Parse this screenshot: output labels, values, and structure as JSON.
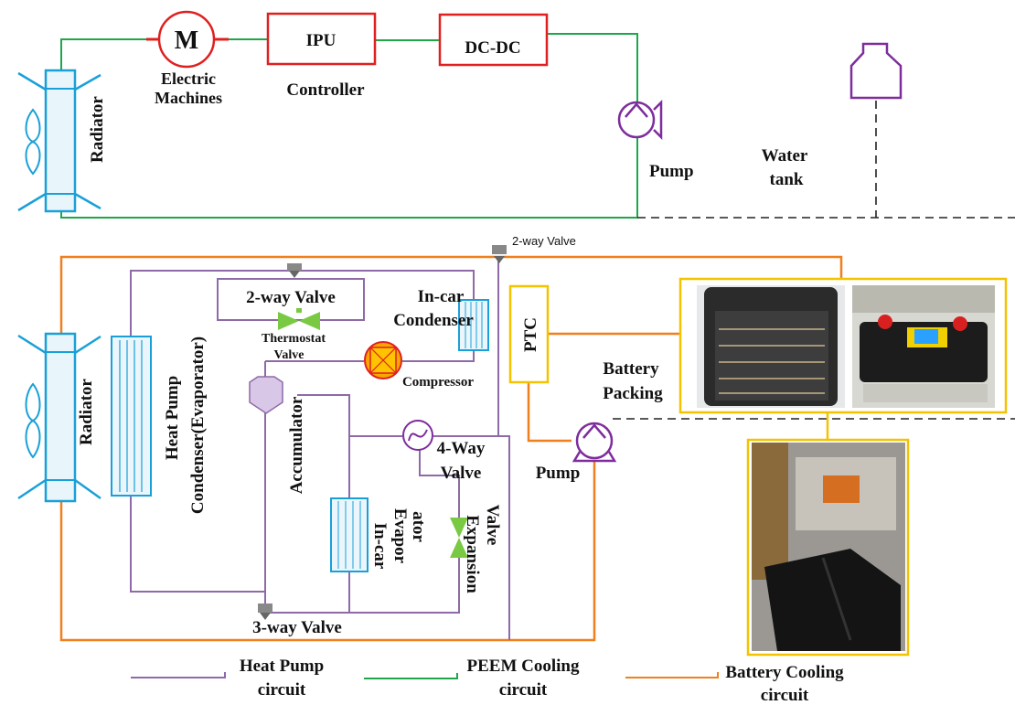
{
  "colors": {
    "heat_pump": "#8e6aa7",
    "peem": "#1fa64a",
    "battery": "#f07f1e",
    "red_component": "#e02020",
    "radiator": "#1aa0d8",
    "valve_green": "#7ac943",
    "pump_purple": "#7d2d9c",
    "ptc_yellow": "#f3c300",
    "dashed": "#222222"
  },
  "labels": {
    "motor_symbol": "M",
    "electric_machines_line1": "Electric",
    "electric_machines_line2": "Machines",
    "ipu": "IPU",
    "controller": "Controller",
    "dcdc": "DC-DC",
    "pump_top": "Pump",
    "water_tank_line1": "Water",
    "water_tank_line2": "tank",
    "radiator_top": "Radiator",
    "radiator_bottom": "Radiator",
    "two_way_valve_small": "2-way Valve",
    "two_way_valve": "2-way Valve",
    "thermostat_line1": "Thermostat",
    "thermostat_line2": "Valve",
    "incar_condenser_line1": "In-car",
    "incar_condenser_line2": "Condenser",
    "compressor": "Compressor",
    "ptc": "PTC",
    "battery_packing_line1": "Battery",
    "battery_packing_line2": "Packing",
    "heat_pump_condenser_line1": "Heat Pump",
    "heat_pump_condenser_line2": "Condenser(Evaporator)",
    "accumulator": "Accumulator",
    "four_way_line1": "4-Way",
    "four_way_line2": "Valve",
    "pump_bottom": "Pump",
    "incar_evaporator_line1": "In-car",
    "incar_evaporator_line2": "Evapor",
    "incar_evaporator_line3": "ator",
    "expansion_line1": "Expansion",
    "expansion_line2": "Valve",
    "three_way_valve": "3-way Valve"
  },
  "legend": {
    "heat_pump_line1": "Heat Pump",
    "heat_pump_line2": "circuit",
    "peem_line1": "PEEM Cooling",
    "peem_line2": "circuit",
    "battery_line1": "Battery Cooling",
    "battery_line2": "circuit"
  }
}
